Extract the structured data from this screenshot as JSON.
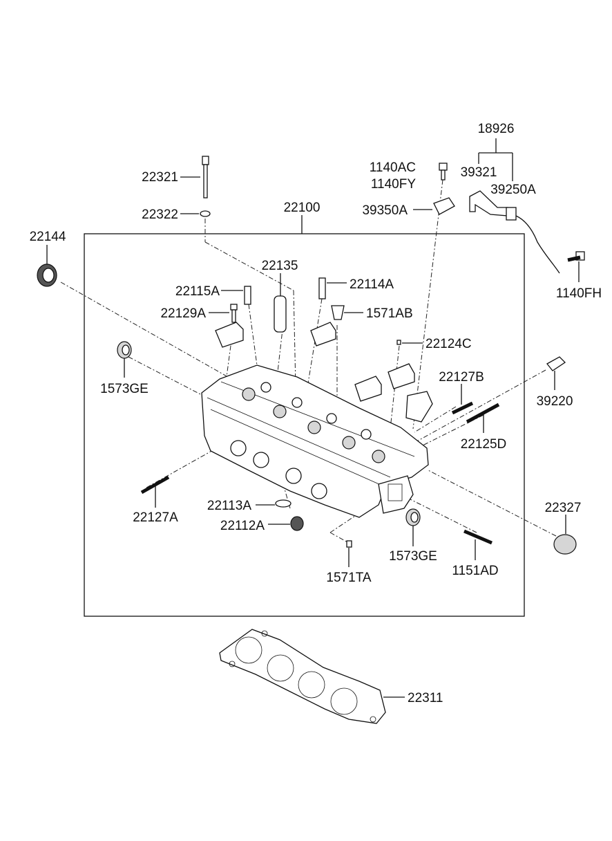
{
  "diagram": {
    "labels": {
      "p18926": "18926",
      "p22321": "22321",
      "p1140AC": "1140AC",
      "p1140FY": "1140FY",
      "p39321": "39321",
      "p39250A": "39250A",
      "p22322": "22322",
      "p22100": "22100",
      "p39350A": "39350A",
      "p22144": "22144",
      "p1140FH": "1140FH",
      "p22135": "22135",
      "p22115A": "22115A",
      "p22114A": "22114A",
      "p22129A": "22129A",
      "p1571AB": "1571AB",
      "p22124C": "22124C",
      "p1573GE_a": "1573GE",
      "p39220": "39220",
      "p22127B": "22127B",
      "p22125D": "22125D",
      "p22127A": "22127A",
      "p22113A": "22113A",
      "p22327": "22327",
      "p22112A": "22112A",
      "p1573GE_b": "1573GE",
      "p1151AD": "1151AD",
      "p1571TA": "1571TA",
      "p22311": "22311"
    }
  }
}
